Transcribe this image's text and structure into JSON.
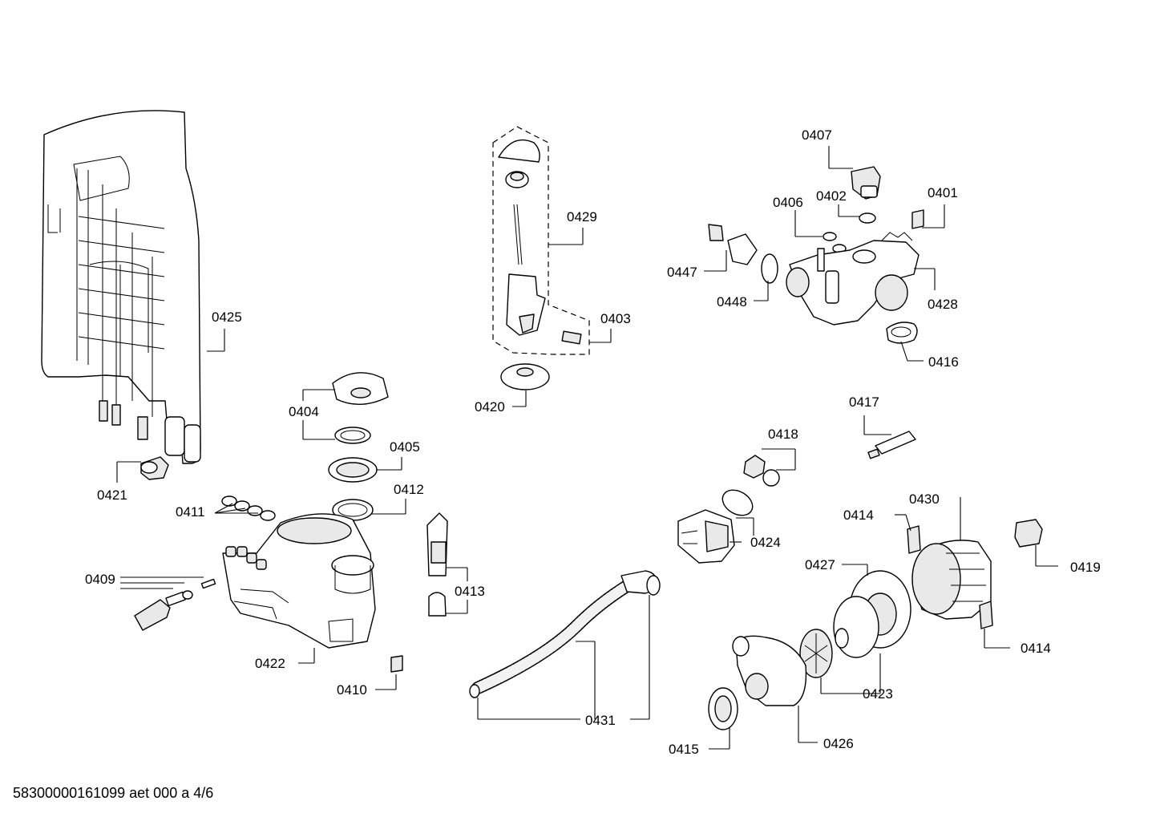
{
  "labels": {
    "p0401": "0401",
    "p0402": "0402",
    "p0403": "0403",
    "p0404": "0404",
    "p0405": "0405",
    "p0406": "0406",
    "p0407": "0407",
    "p0409": "0409",
    "p0410": "0410",
    "p0411": "0411",
    "p0412": "0412",
    "p0413": "0413",
    "p0414a": "0414",
    "p0414b": "0414",
    "p0415": "0415",
    "p0416": "0416",
    "p0417": "0417",
    "p0418": "0418",
    "p0419": "0419",
    "p0420": "0420",
    "p0421": "0421",
    "p0422": "0422",
    "p0423": "0423",
    "p0424": "0424",
    "p0425": "0425",
    "p0426": "0426",
    "p0427": "0427",
    "p0428": "0428",
    "p0429": "0429",
    "p0430": "0430",
    "p0431": "0431",
    "p0447": "0447",
    "p0448": "0448"
  },
  "footer": "58300000161099 aet 000 a 4/6"
}
